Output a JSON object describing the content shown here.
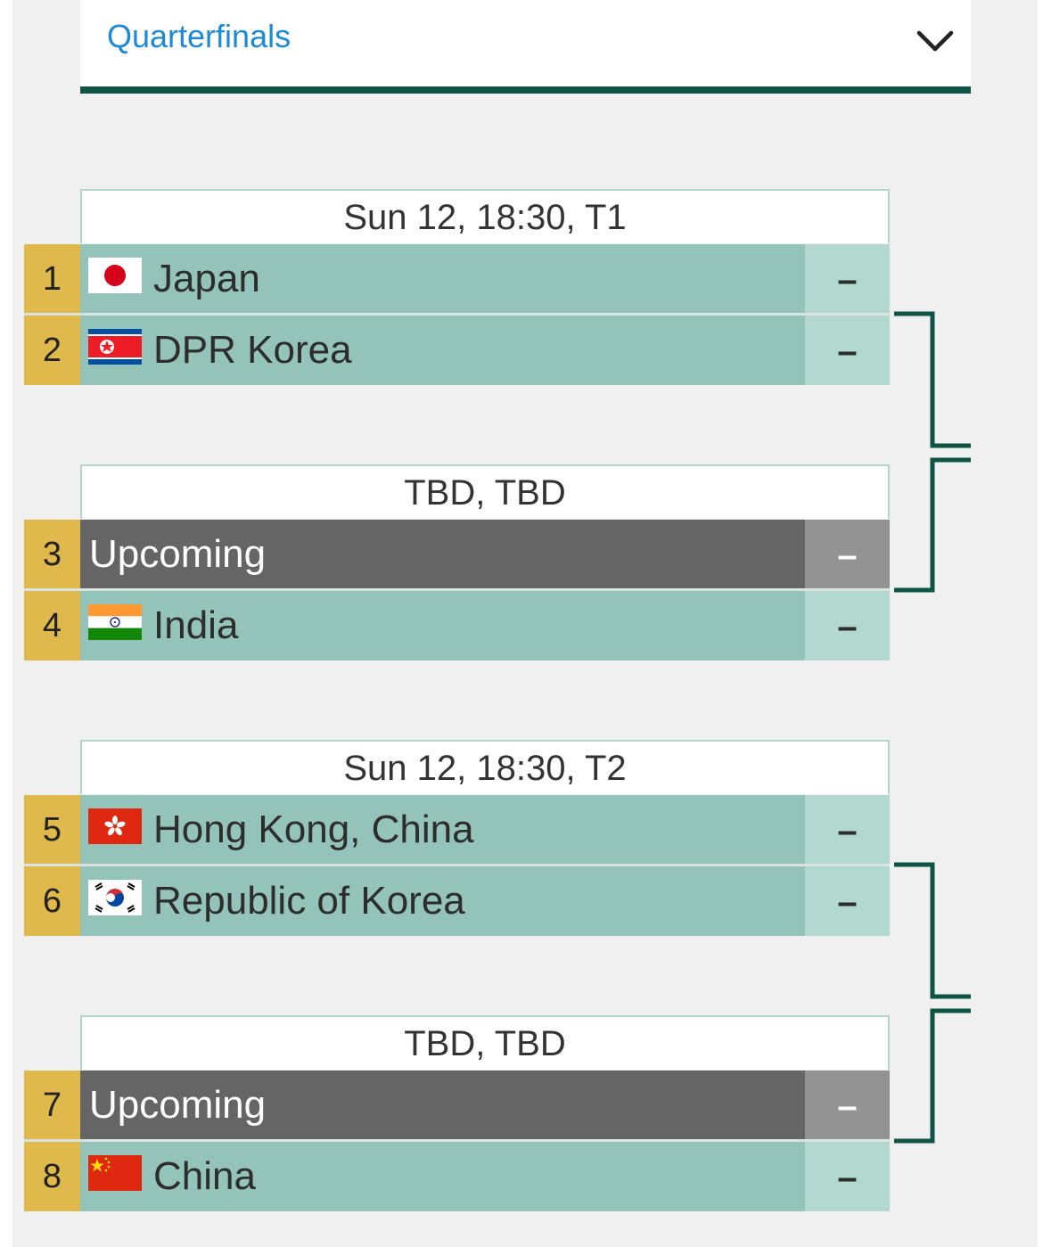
{
  "round_selector": {
    "label": "Quarterfinals",
    "icon": "chevron-down-icon",
    "accent_color": "#1c8ad6",
    "underline_color": "#0d5444"
  },
  "matches": [
    {
      "header": "Sun 12, 18:30, T1",
      "teams": [
        {
          "seed": "1",
          "name": "Japan",
          "flag": "japan-flag-icon",
          "score": "–"
        },
        {
          "seed": "2",
          "name": "DPR Korea",
          "flag": "dpr-korea-flag-icon",
          "score": "–"
        }
      ]
    },
    {
      "header": "TBD, TBD",
      "teams": [
        {
          "seed": "3",
          "name": "Upcoming",
          "flag": "",
          "score": "–",
          "status": "upcoming"
        },
        {
          "seed": "4",
          "name": "India",
          "flag": "india-flag-icon",
          "score": "–"
        }
      ]
    },
    {
      "header": "Sun 12, 18:30, T2",
      "teams": [
        {
          "seed": "5",
          "name": "Hong Kong, China",
          "flag": "hong-kong-flag-icon",
          "score": "–"
        },
        {
          "seed": "6",
          "name": "Republic of Korea",
          "flag": "republic-of-korea-flag-icon",
          "score": "–"
        }
      ]
    },
    {
      "header": "TBD, TBD",
      "teams": [
        {
          "seed": "7",
          "name": "Upcoming",
          "flag": "",
          "score": "–",
          "status": "upcoming"
        },
        {
          "seed": "8",
          "name": "China",
          "flag": "china-flag-icon",
          "score": "–"
        }
      ]
    }
  ],
  "colors": {
    "seed_background": "#e0b94c",
    "team_background": "#93c3b9",
    "score_background": "#b2d8cf",
    "upcoming_background": "#656565",
    "connector": "#0d5444"
  }
}
